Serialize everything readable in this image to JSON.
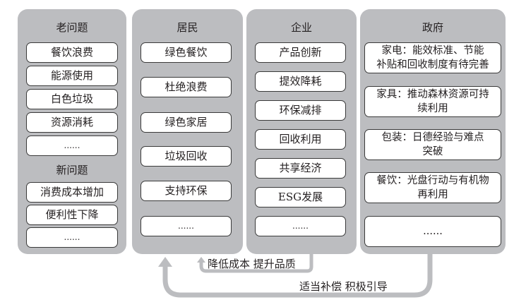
{
  "columns": {
    "problems": {
      "title": "老问题",
      "old_items": [
        "餐饮浪费",
        "能源使用",
        "白色垃圾",
        "资源消耗",
        "......"
      ],
      "new_title": "新问题",
      "new_items": [
        "消费成本增加",
        "便利性下降",
        "......"
      ]
    },
    "residents": {
      "title": "居民",
      "items": [
        "绿色餐饮",
        "杜绝浪费",
        "绿色家居",
        "垃圾回收",
        "支持环保",
        "......"
      ]
    },
    "enterprises": {
      "title": "企业",
      "items": [
        "产品创新",
        "提效降耗",
        "环保减排",
        "回收利用",
        "共享经济",
        "ESG发展",
        "......"
      ]
    },
    "government": {
      "title": "政府",
      "items": [
        {
          "line1": "家电：能效标准、节能",
          "line2": "补贴和回收制度有待完善"
        },
        {
          "line1": "家具：推动森林资源可持",
          "line2": "续利用"
        },
        {
          "line1": "包装：日德经验与难点",
          "line2": "突破"
        },
        {
          "line1": "餐饮：光盘行动与有机物",
          "line2": "再利用"
        },
        {
          "line1": "......",
          "line2": ""
        }
      ]
    }
  },
  "flows": {
    "enterprise_to_residents": "降低成本 提升品质",
    "government_to_residents": "适当补偿 积极引导"
  },
  "colors": {
    "panel": "#bcbdc0",
    "box_fill": "#ffffff",
    "box_border": "#3a3a3a",
    "arrow": "#bcbdc0",
    "text": "#231f20"
  }
}
